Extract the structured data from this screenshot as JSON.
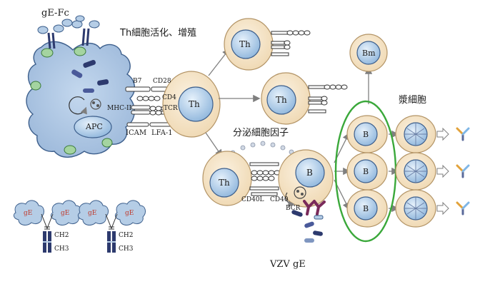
{
  "labels": {
    "ge_fc": "gE-Fc",
    "th_activation": "Th細胞活化、增殖",
    "b7": "B7",
    "cd28": "CD28",
    "cd4": "CD4",
    "mhc2": "MHC-II",
    "tcr": "TCR",
    "apc": "APC",
    "icam": "ICAM",
    "lfa1": "LFA-1",
    "th": "Th",
    "cytokine": "分泌細胞因子",
    "bm": "Bm",
    "plasma": "漿細胞",
    "b": "B",
    "cd40l": "CD40L",
    "cd40": "CD40",
    "bcr": "BCR",
    "vzv_ge": "VZV gE",
    "ge": "gE",
    "ch2": "CH2",
    "ch3": "CH3"
  },
  "colors": {
    "apc_fill": "#a9c4e2",
    "cell_fill": "#f4e2c4",
    "nucleus_fill": "#b8d4ec",
    "green_ring": "#3aa83a",
    "antibody_dark": "#2d3a6e",
    "bcr_purple": "#7a2a5a"
  }
}
